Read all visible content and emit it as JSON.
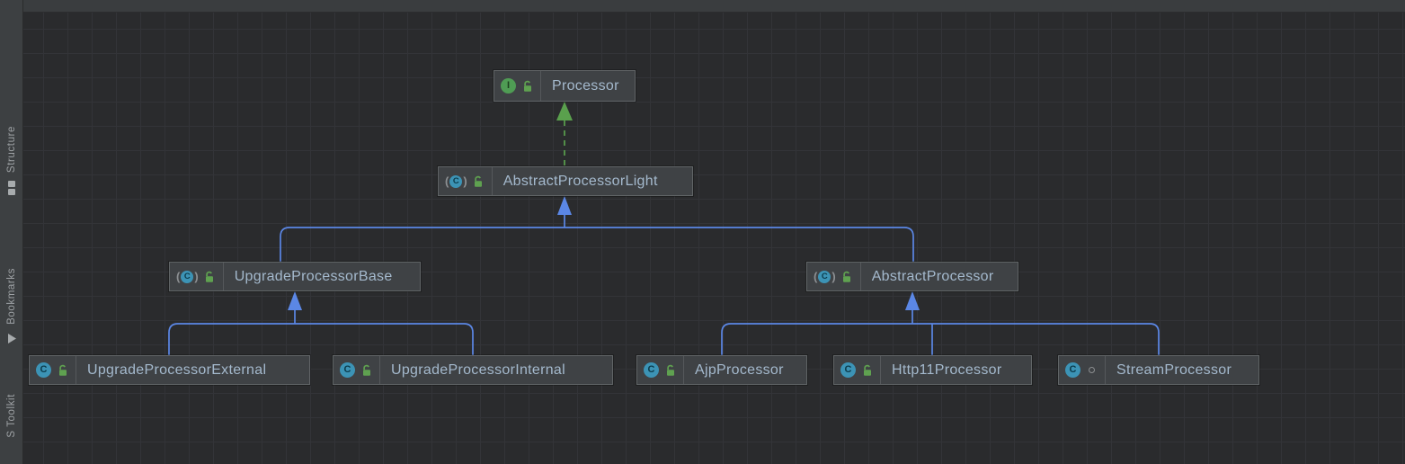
{
  "sidebar": {
    "tabs": [
      {
        "label": "Structure"
      },
      {
        "label": "Bookmarks"
      },
      {
        "label": "S Toolkit"
      }
    ]
  },
  "diagram": {
    "nodes": [
      {
        "label": "Processor",
        "kind": "interface",
        "icon_letter": "I",
        "visibility": "public"
      },
      {
        "label": "AbstractProcessorLight",
        "kind": "abstract-class",
        "icon_letter": "C",
        "visibility": "public"
      },
      {
        "label": "UpgradeProcessorBase",
        "kind": "abstract-class",
        "icon_letter": "C",
        "visibility": "public"
      },
      {
        "label": "AbstractProcessor",
        "kind": "abstract-class",
        "icon_letter": "C",
        "visibility": "public"
      },
      {
        "label": "UpgradeProcessorExternal",
        "kind": "class",
        "icon_letter": "C",
        "visibility": "public"
      },
      {
        "label": "UpgradeProcessorInternal",
        "kind": "class",
        "icon_letter": "C",
        "visibility": "public"
      },
      {
        "label": "AjpProcessor",
        "kind": "class",
        "icon_letter": "C",
        "visibility": "public"
      },
      {
        "label": "Http11Processor",
        "kind": "class",
        "icon_letter": "C",
        "visibility": "public"
      },
      {
        "label": "StreamProcessor",
        "kind": "class",
        "icon_letter": "C",
        "visibility": "package-local"
      }
    ],
    "edges": [
      {
        "from": "AbstractProcessorLight",
        "to": "Processor",
        "type": "realization"
      },
      {
        "from": "UpgradeProcessorBase",
        "to": "AbstractProcessorLight",
        "type": "inheritance"
      },
      {
        "from": "AbstractProcessor",
        "to": "AbstractProcessorLight",
        "type": "inheritance"
      },
      {
        "from": "UpgradeProcessorExternal",
        "to": "UpgradeProcessorBase",
        "type": "inheritance"
      },
      {
        "from": "UpgradeProcessorInternal",
        "to": "UpgradeProcessorBase",
        "type": "inheritance"
      },
      {
        "from": "AjpProcessor",
        "to": "AbstractProcessor",
        "type": "inheritance"
      },
      {
        "from": "Http11Processor",
        "to": "AbstractProcessor",
        "type": "inheritance"
      },
      {
        "from": "StreamProcessor",
        "to": "AbstractProcessor",
        "type": "inheritance"
      }
    ],
    "colors": {
      "inheritance": "#5b87e5",
      "realization": "#5aa04d",
      "interface-icon": "#4f9c54",
      "class-icon": "#3c93b5",
      "node-bg": "#3f4245",
      "node-border": "#606466",
      "node-text": "#a4b9cd"
    }
  }
}
